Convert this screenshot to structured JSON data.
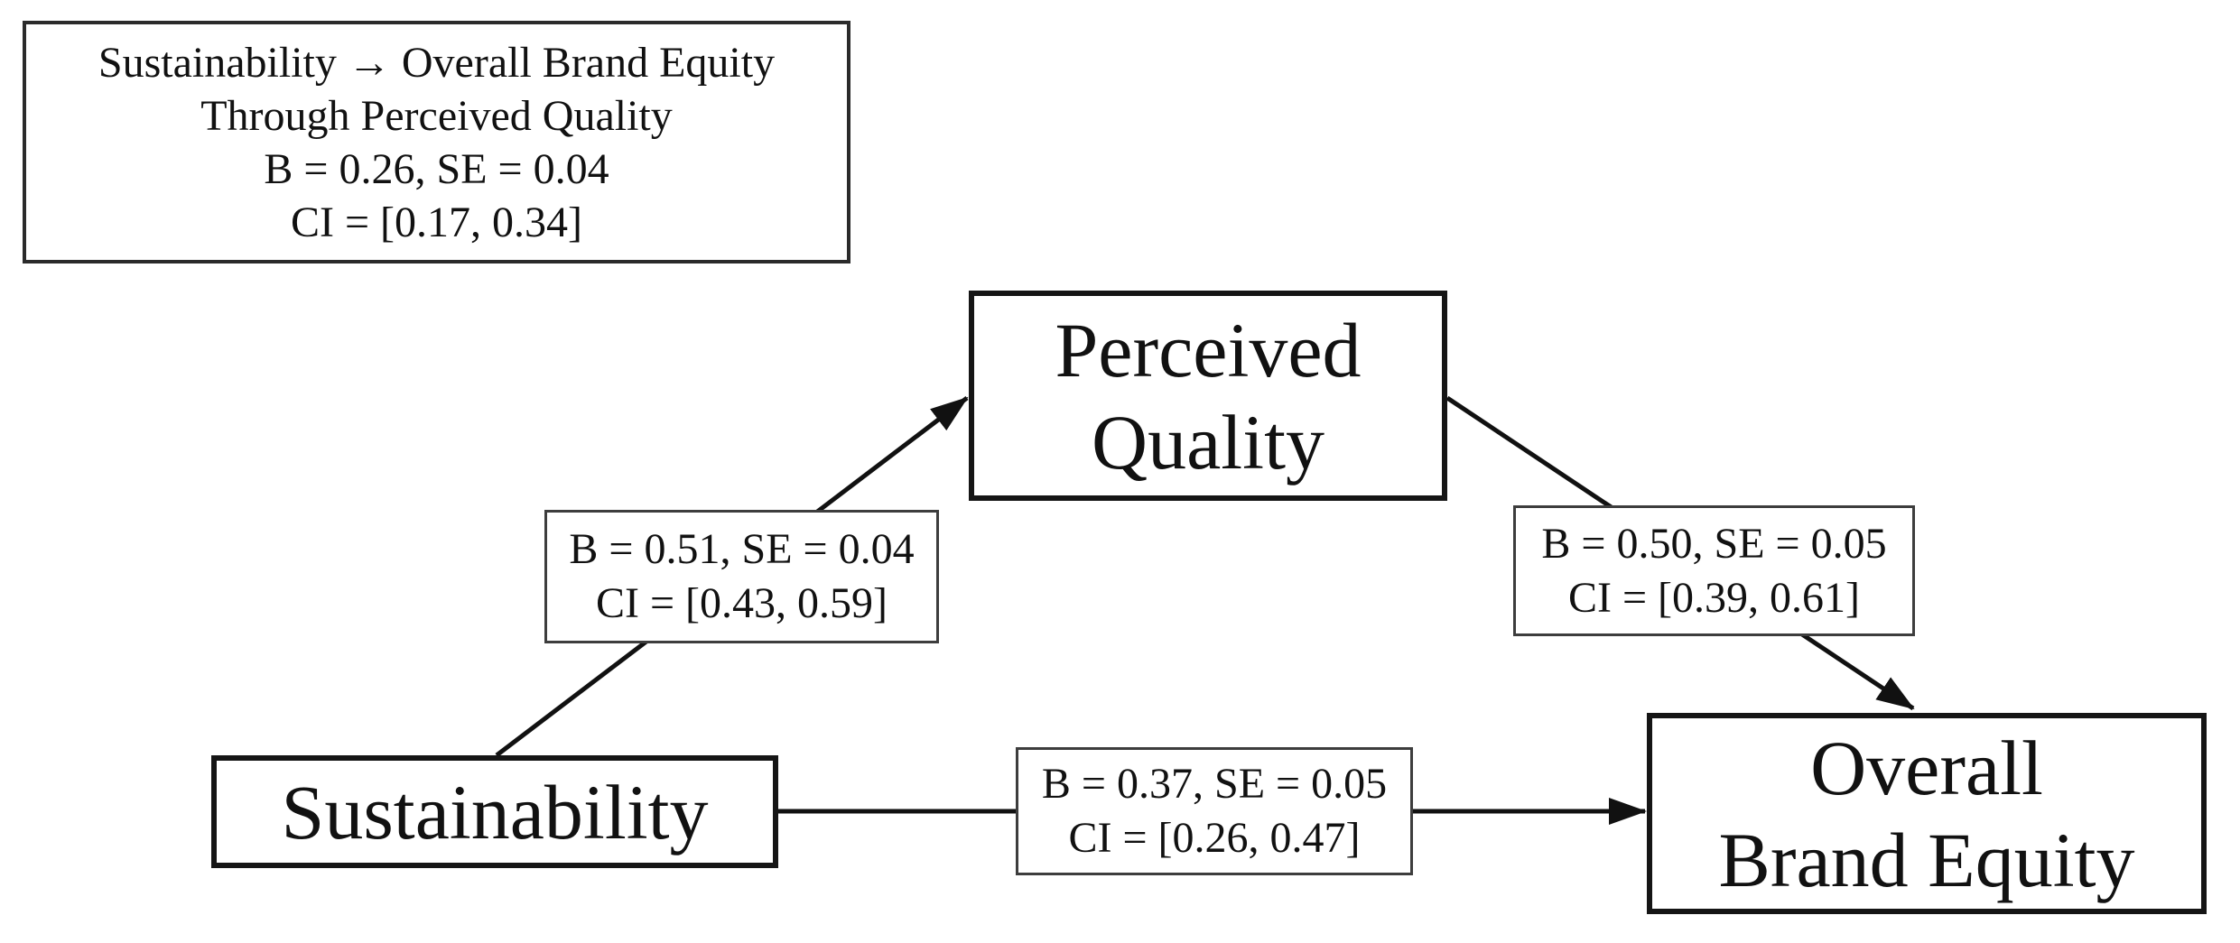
{
  "figure": {
    "type_hint": "mediation-path-diagram",
    "colors": {
      "background": "#ffffff",
      "text": "#111111",
      "node_border": "#151515",
      "stat_border": "#3d3d3d",
      "arrow": "#111111"
    },
    "summary_box": {
      "line1": "Sustainability → Overall Brand Equity",
      "line2": "Through Perceived Quality",
      "line3": "B = 0.26, SE = 0.04",
      "line4": "CI = [0.17, 0.34]"
    },
    "nodes": {
      "sustainability": {
        "label": "Sustainability"
      },
      "perceived_quality": {
        "line1": "Perceived",
        "line2": "Quality"
      },
      "overall_brand_equity": {
        "line1": "Overall",
        "line2": "Brand Equity"
      }
    },
    "path_labels": {
      "sustainability_to_perceived_quality": {
        "line1": "B = 0.51, SE = 0.04",
        "line2": "CI = [0.43, 0.59]"
      },
      "perceived_quality_to_overall_brand_equity": {
        "line1": "B = 0.50, SE = 0.05",
        "line2": "CI = [0.39, 0.61]"
      },
      "sustainability_to_overall_brand_equity": {
        "line1": "B = 0.37, SE = 0.05",
        "line2": "CI = [0.26, 0.47]"
      }
    }
  }
}
